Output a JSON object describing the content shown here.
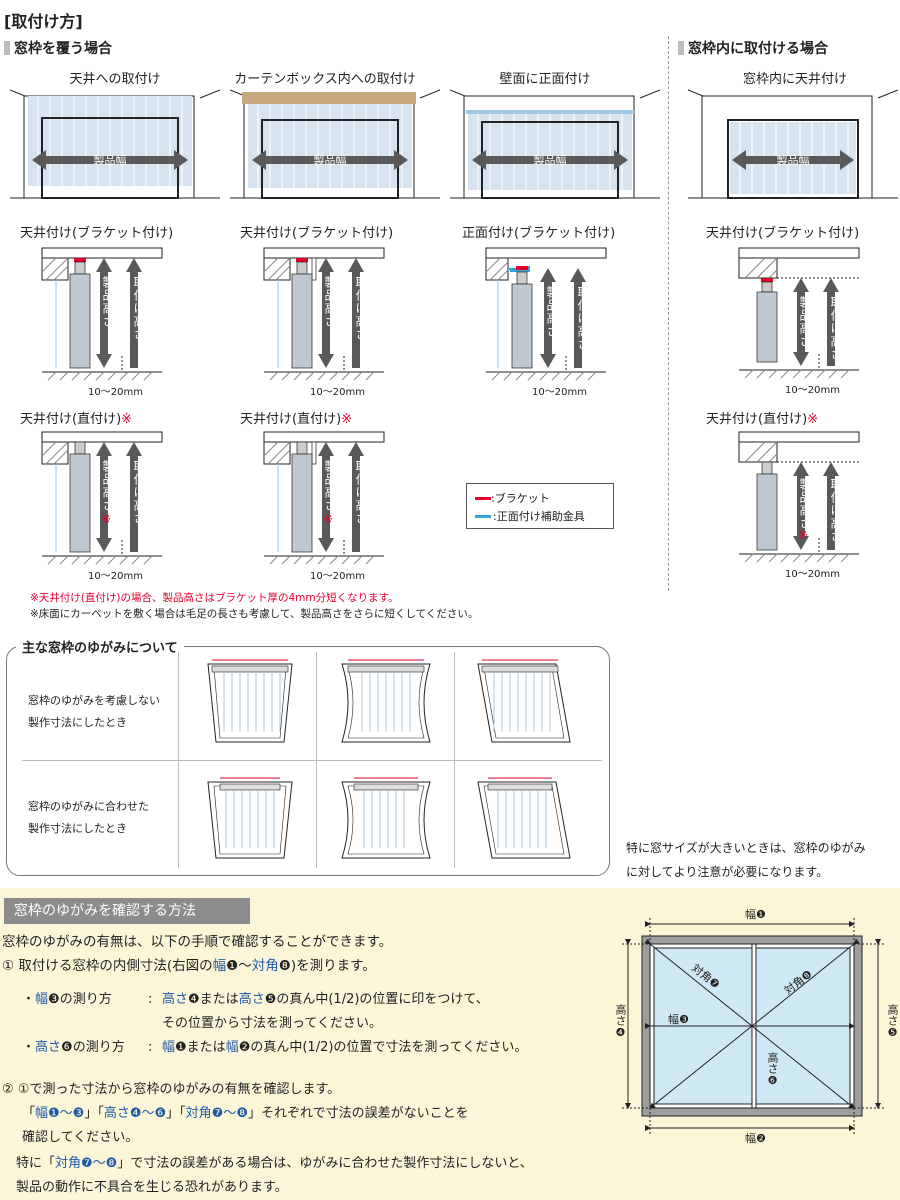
{
  "page_title": "[取付け方]",
  "sections": {
    "cover": "窓枠を覆う場合",
    "inside": "窓枠内に取付ける場合"
  },
  "top_diagrams": [
    {
      "caption": "天井への取付け",
      "width_label": "製品幅"
    },
    {
      "caption": "カーテンボックス内への取付け",
      "width_label": "製品幅"
    },
    {
      "caption": "壁面に正面付け",
      "width_label": "製品幅"
    },
    {
      "caption": "窓枠内に天井付け",
      "width_label": "製品幅"
    }
  ],
  "mount_diagrams": {
    "row1": [
      {
        "title": "天井付け(ブラケット付け)",
        "product_height": "製品高さ",
        "install_height": "取付け高さ",
        "gap": "10〜20mm"
      },
      {
        "title": "天井付け(ブラケット付け)",
        "product_height": "製品高さ",
        "install_height": "取付け高さ",
        "gap": "10〜20mm"
      },
      {
        "title": "正面付け(ブラケット付け)",
        "product_height": "製品高さ",
        "install_height": "取付け高さ",
        "gap": "10〜20mm"
      },
      {
        "title": "天井付け(ブラケット付け)",
        "product_height": "製品高さ",
        "install_height": "取付け高さ",
        "gap": "10〜20mm"
      }
    ],
    "row2": [
      {
        "title": "天井付け(直付け)",
        "mark": "※",
        "product_height": "製品高さ",
        "install_height": "取付け高さ",
        "gap": "10〜20mm"
      },
      {
        "title": "天井付け(直付け)",
        "mark": "※",
        "product_height": "製品高さ",
        "install_height": "取付け高さ",
        "gap": "10〜20mm"
      },
      {
        "title": "天井付け(直付け)",
        "mark": "※",
        "product_height": "製品高さ",
        "install_height": "取付け高さ",
        "gap": "10〜20mm"
      }
    ],
    "star": "※"
  },
  "legend": {
    "bracket": ":ブラケット",
    "front_bracket": ":正面付け補助金具"
  },
  "notes": {
    "red_note": "※天井付け(直付け)の場合、製品高さはブラケット厚の4mm分短くなります。",
    "carpet_note": "※床面にカーペットを敷く場合は毛足の長さも考慮して、製品高さをさらに短くしてください。"
  },
  "distortion_box": {
    "title": "主な窓枠のゆがみについて",
    "row1_label_1": "窓枠のゆがみを考慮しない",
    "row1_label_2": "製作寸法にしたとき",
    "row2_label_1": "窓枠のゆがみに合わせた",
    "row2_label_2": "製作寸法にしたとき"
  },
  "side_note": {
    "line1": "特に窓サイズが大きいときは、窓枠のゆがみ",
    "line2": "に対してより注意が必要になります。"
  },
  "check_section": {
    "header": "窓枠のゆがみを確認する方法",
    "intro": "窓枠のゆがみの有無は、以下の手順で確認することができます。",
    "step1_prefix": "① 取付ける窓枠の内側寸法(右図の",
    "step1_w": "幅",
    "step1_n1": "❶",
    "step1_mid": "〜",
    "step1_d": "対角",
    "step1_n8": "❽",
    "step1_suffix": ")を測ります。",
    "w3_label_prefix": "・",
    "w3_label_w": "幅",
    "w3_label_n": "❸",
    "w3_label_suffix": "の測り方",
    "w3_colon": ":",
    "w3_text_h1": "高さ",
    "w3_text_n4": "❹",
    "w3_text_or": "または",
    "w3_text_h2": "高さ",
    "w3_text_n5": "❺",
    "w3_text_rest": "の真ん中(1/2)の位置に印をつけて、",
    "w3_text_line2": "その位置から寸法を測ってください。",
    "h6_label_prefix": "・",
    "h6_label_h": "高さ",
    "h6_label_n": "❻",
    "h6_label_suffix": "の測り方",
    "h6_colon": ":",
    "h6_text_w1": "幅",
    "h6_text_n1": "❶",
    "h6_text_or": "または",
    "h6_text_w2": "幅",
    "h6_text_n2": "❷",
    "h6_text_rest": "の真ん中(1/2)の位置で寸法を測ってください。",
    "step2": "② ①で測った寸法から窓枠のゆがみの有無を確認します。",
    "step2_line2_a": "「",
    "step2_line2_w": "幅❶〜❸",
    "step2_line2_b": "」「",
    "step2_line2_h": "高さ❹〜❻",
    "step2_line2_c": "」「",
    "step2_line2_d": "対角❼〜❽",
    "step2_line2_e": "」それぞれで寸法の誤差がないことを",
    "step2_line3": "確認してください。",
    "warn_a": "特に「",
    "warn_d": "対角❼〜❽",
    "warn_b": "」で寸法の誤差がある場合は、ゆがみに合わせた製作寸法にしないと、",
    "warn_line2": "製品の動作に不具合を生じる恐れがあります。"
  },
  "window_figure": {
    "w1": "幅❶",
    "w2": "幅❷",
    "w3": "幅❸",
    "h4": "高さ❹",
    "h5": "高さ❺",
    "h6": "高さ❻",
    "d7": "対角❼",
    "d8": "対角❽"
  },
  "colors": {
    "accent_blue": "#1f5aa8",
    "red": "#e5002b",
    "header_gray": "#8c8c8c",
    "yellow_bg": "#fcf6d9",
    "glass": "#cfe8f5"
  }
}
